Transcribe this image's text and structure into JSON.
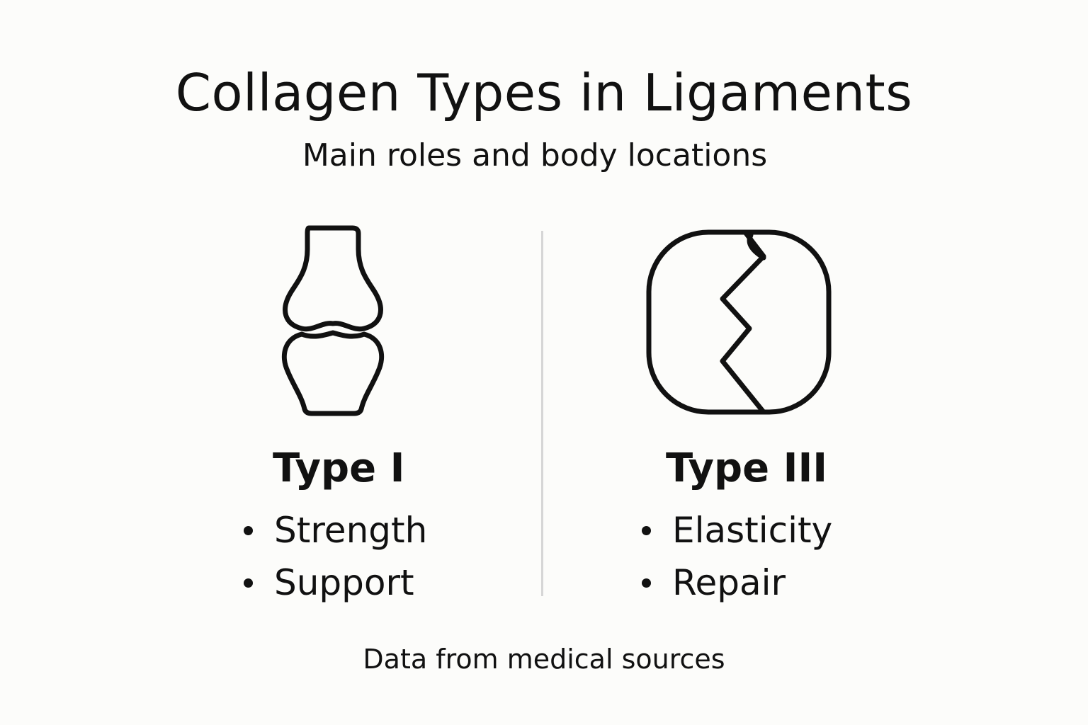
{
  "title": "Collagen Types in Ligaments",
  "subtitle": "Main roles and body locations",
  "columns": [
    {
      "heading": "Type I",
      "icon": "knee-joint-icon",
      "bullets": [
        "Strength",
        "Support"
      ]
    },
    {
      "heading": "Type III",
      "icon": "fracture-icon",
      "bullets": [
        "Elasticity",
        "Repair"
      ]
    }
  ],
  "footer": "Data from medical sources",
  "colors": {
    "background": "#fcfcfa",
    "text": "#111111",
    "divider": "#d6d6d6"
  }
}
